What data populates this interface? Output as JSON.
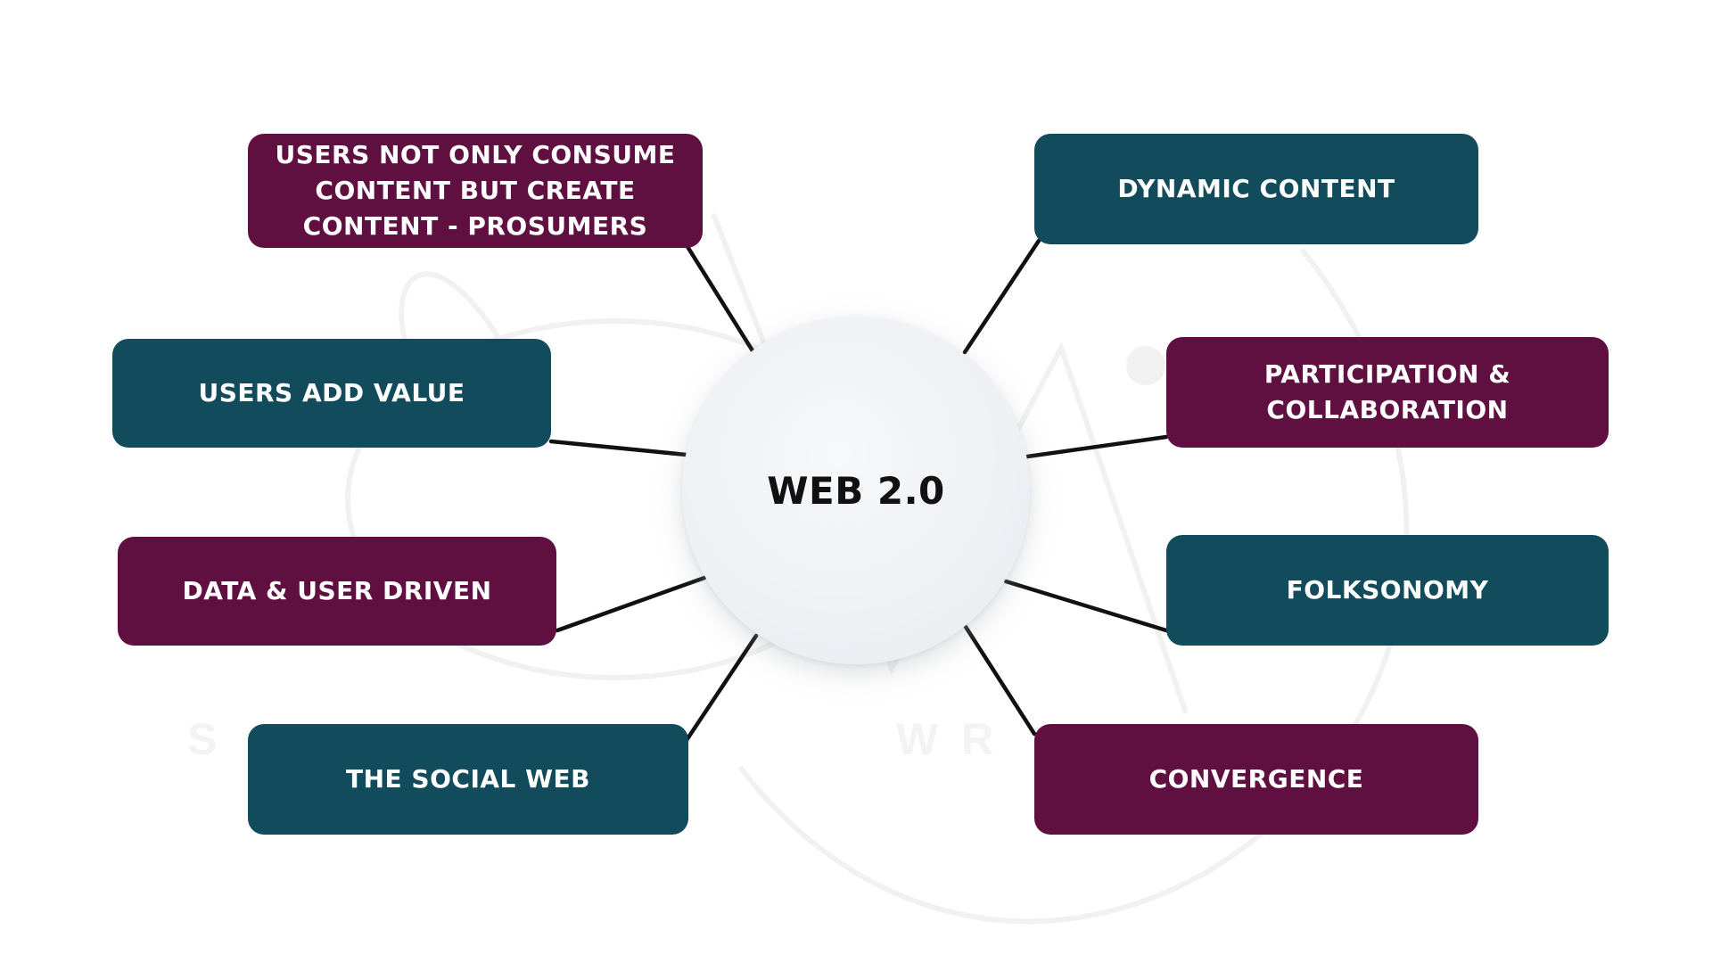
{
  "center": {
    "label": "WEB 2.0"
  },
  "nodes": [
    {
      "id": "prosumers",
      "label": "USERS NOT ONLY CONSUME CONTENT BUT CREATE CONTENT - PROSUMERS",
      "color": "#601040"
    },
    {
      "id": "dynamic-content",
      "label": "DYNAMIC CONTENT",
      "color": "#124c5c"
    },
    {
      "id": "users-add-value",
      "label": "USERS ADD VALUE",
      "color": "#124c5c"
    },
    {
      "id": "participation",
      "label": "PARTICIPATION & COLLABORATION",
      "color": "#601040"
    },
    {
      "id": "data-user-driven",
      "label": "DATA & USER DRIVEN",
      "color": "#601040"
    },
    {
      "id": "folksonomy",
      "label": "FOLKSONOMY",
      "color": "#124c5c"
    },
    {
      "id": "social-web",
      "label": "THE SOCIAL WEB",
      "color": "#124c5c"
    },
    {
      "id": "convergence",
      "label": "CONVERGENCE",
      "color": "#601040"
    }
  ],
  "colors": {
    "teal": "#124c5c",
    "plum": "#601040",
    "connector": "#111111",
    "hub": "#eef0f4"
  }
}
